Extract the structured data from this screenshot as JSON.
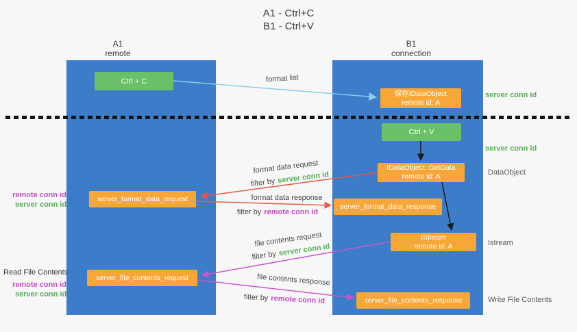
{
  "title": {
    "line1": "A1 - Ctrl+C",
    "line2": "B1 - Ctrl+V"
  },
  "columns": {
    "left": {
      "name": "A1",
      "subtitle": "remote"
    },
    "right": {
      "name": "B1",
      "subtitle": "connection"
    }
  },
  "nodes": {
    "ctrl_c": "Ctrl + C",
    "ctrl_v": "Ctrl + V",
    "save_dataobject": {
      "line1": "保存IDataObject",
      "line2": "remote id: A"
    },
    "getdata": {
      "line1": "IDataObject::GetData",
      "line2": "remote id: A"
    },
    "istream": {
      "line1": "IStream",
      "line2": "remote id: A"
    },
    "format_request": "server_format_data_request",
    "format_response": "server_format_data_response",
    "file_request": "server_file_contents_request",
    "file_response": "server_file_contents_response"
  },
  "labels": {
    "format_list": "format list",
    "format_data_request": "format data request",
    "format_data_response": "format data response",
    "file_contents_request": "file contents request",
    "file_contents_response": "file contents response",
    "filter_by": "filter by",
    "server_conn_id": "server conn id",
    "remote_conn_id": "remote conn id",
    "dataobject": "DataObject",
    "istream": "Istream",
    "read_file_contents": "Read File Contents",
    "write_file_contents": "Write File Contents"
  },
  "colors": {
    "lane_blue": "#3d7cc9",
    "node_green": "#6abf69",
    "node_orange": "#f6a738",
    "text_green": "#53ae53",
    "text_magenta": "#c24fc2",
    "arrow_red": "#e6594c",
    "arrow_lightblue": "#90cbe9",
    "arrow_magenta": "#cc55cc",
    "arrow_black": "#1a1a1a"
  }
}
